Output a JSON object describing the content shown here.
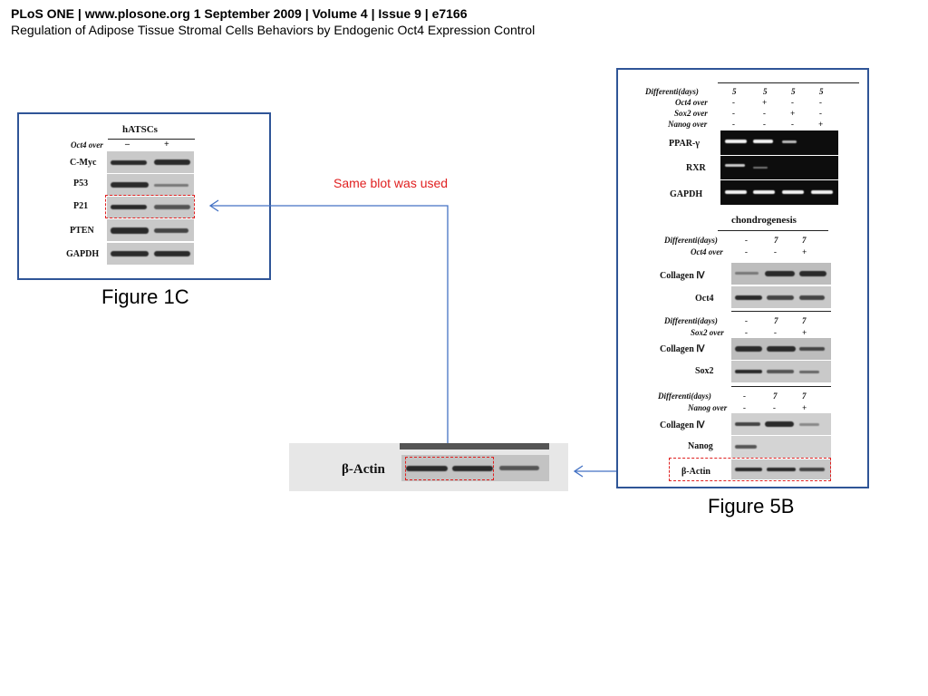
{
  "header": {
    "line1": "PLoS ONE | www.plosone.org 1 September 2009 | Volume 4 | Issue 9 | e7166",
    "line2": "Regulation of Adipose Tissue Stromal Cells Behaviors by Endogenic Oct4 Expression Control"
  },
  "note": "Same blot was used",
  "figure1c": {
    "caption": "Figure 1C",
    "title": "hATSCs",
    "condition_label": "Oct4 over",
    "lanes": [
      "–",
      "+"
    ],
    "rows": [
      "C-Myc",
      "P53",
      "P21",
      "PTEN",
      "GAPDH"
    ]
  },
  "actin_zoom": {
    "label": "β-Actin"
  },
  "figure5b": {
    "caption": "Figure 5B",
    "top": {
      "cond_labels": [
        "Differenti(days)",
        "Oct4 over",
        "Sox2 over",
        "Nanog over"
      ],
      "cond_values": [
        [
          "5",
          "5",
          "5",
          "5"
        ],
        [
          "-",
          "+",
          "-",
          "-"
        ],
        [
          "-",
          "-",
          "+",
          "-"
        ],
        [
          "-",
          "-",
          "-",
          "+"
        ]
      ],
      "rows": [
        "PPAR-γ",
        "RXR",
        "GAPDH"
      ]
    },
    "chondro_title": "chondrogenesis",
    "oct4_panel": {
      "cond_labels": [
        "Differenti(days)",
        "Oct4 over"
      ],
      "cond_values": [
        [
          "-",
          "7",
          "7"
        ],
        [
          "-",
          "-",
          "+"
        ]
      ],
      "rows": [
        "Collagen Ⅳ",
        "Oct4"
      ]
    },
    "sox2_panel": {
      "cond_labels": [
        "Differenti(days)",
        "Sox2 over"
      ],
      "cond_values": [
        [
          "-",
          "7",
          "7"
        ],
        [
          "-",
          "-",
          "+"
        ]
      ],
      "rows": [
        "Collagen Ⅳ",
        "Sox2"
      ]
    },
    "nanog_panel": {
      "cond_labels": [
        "Differenti(days)",
        "Nanog over"
      ],
      "cond_values": [
        [
          "-",
          "7",
          "7"
        ],
        [
          "-",
          "-",
          "+"
        ]
      ],
      "rows": [
        "Collagen Ⅳ",
        "Nanog",
        "β-Actin"
      ]
    }
  },
  "colors": {
    "frame": "#2f5597",
    "highlight": "#e02020",
    "arrow": "#4472c4"
  }
}
